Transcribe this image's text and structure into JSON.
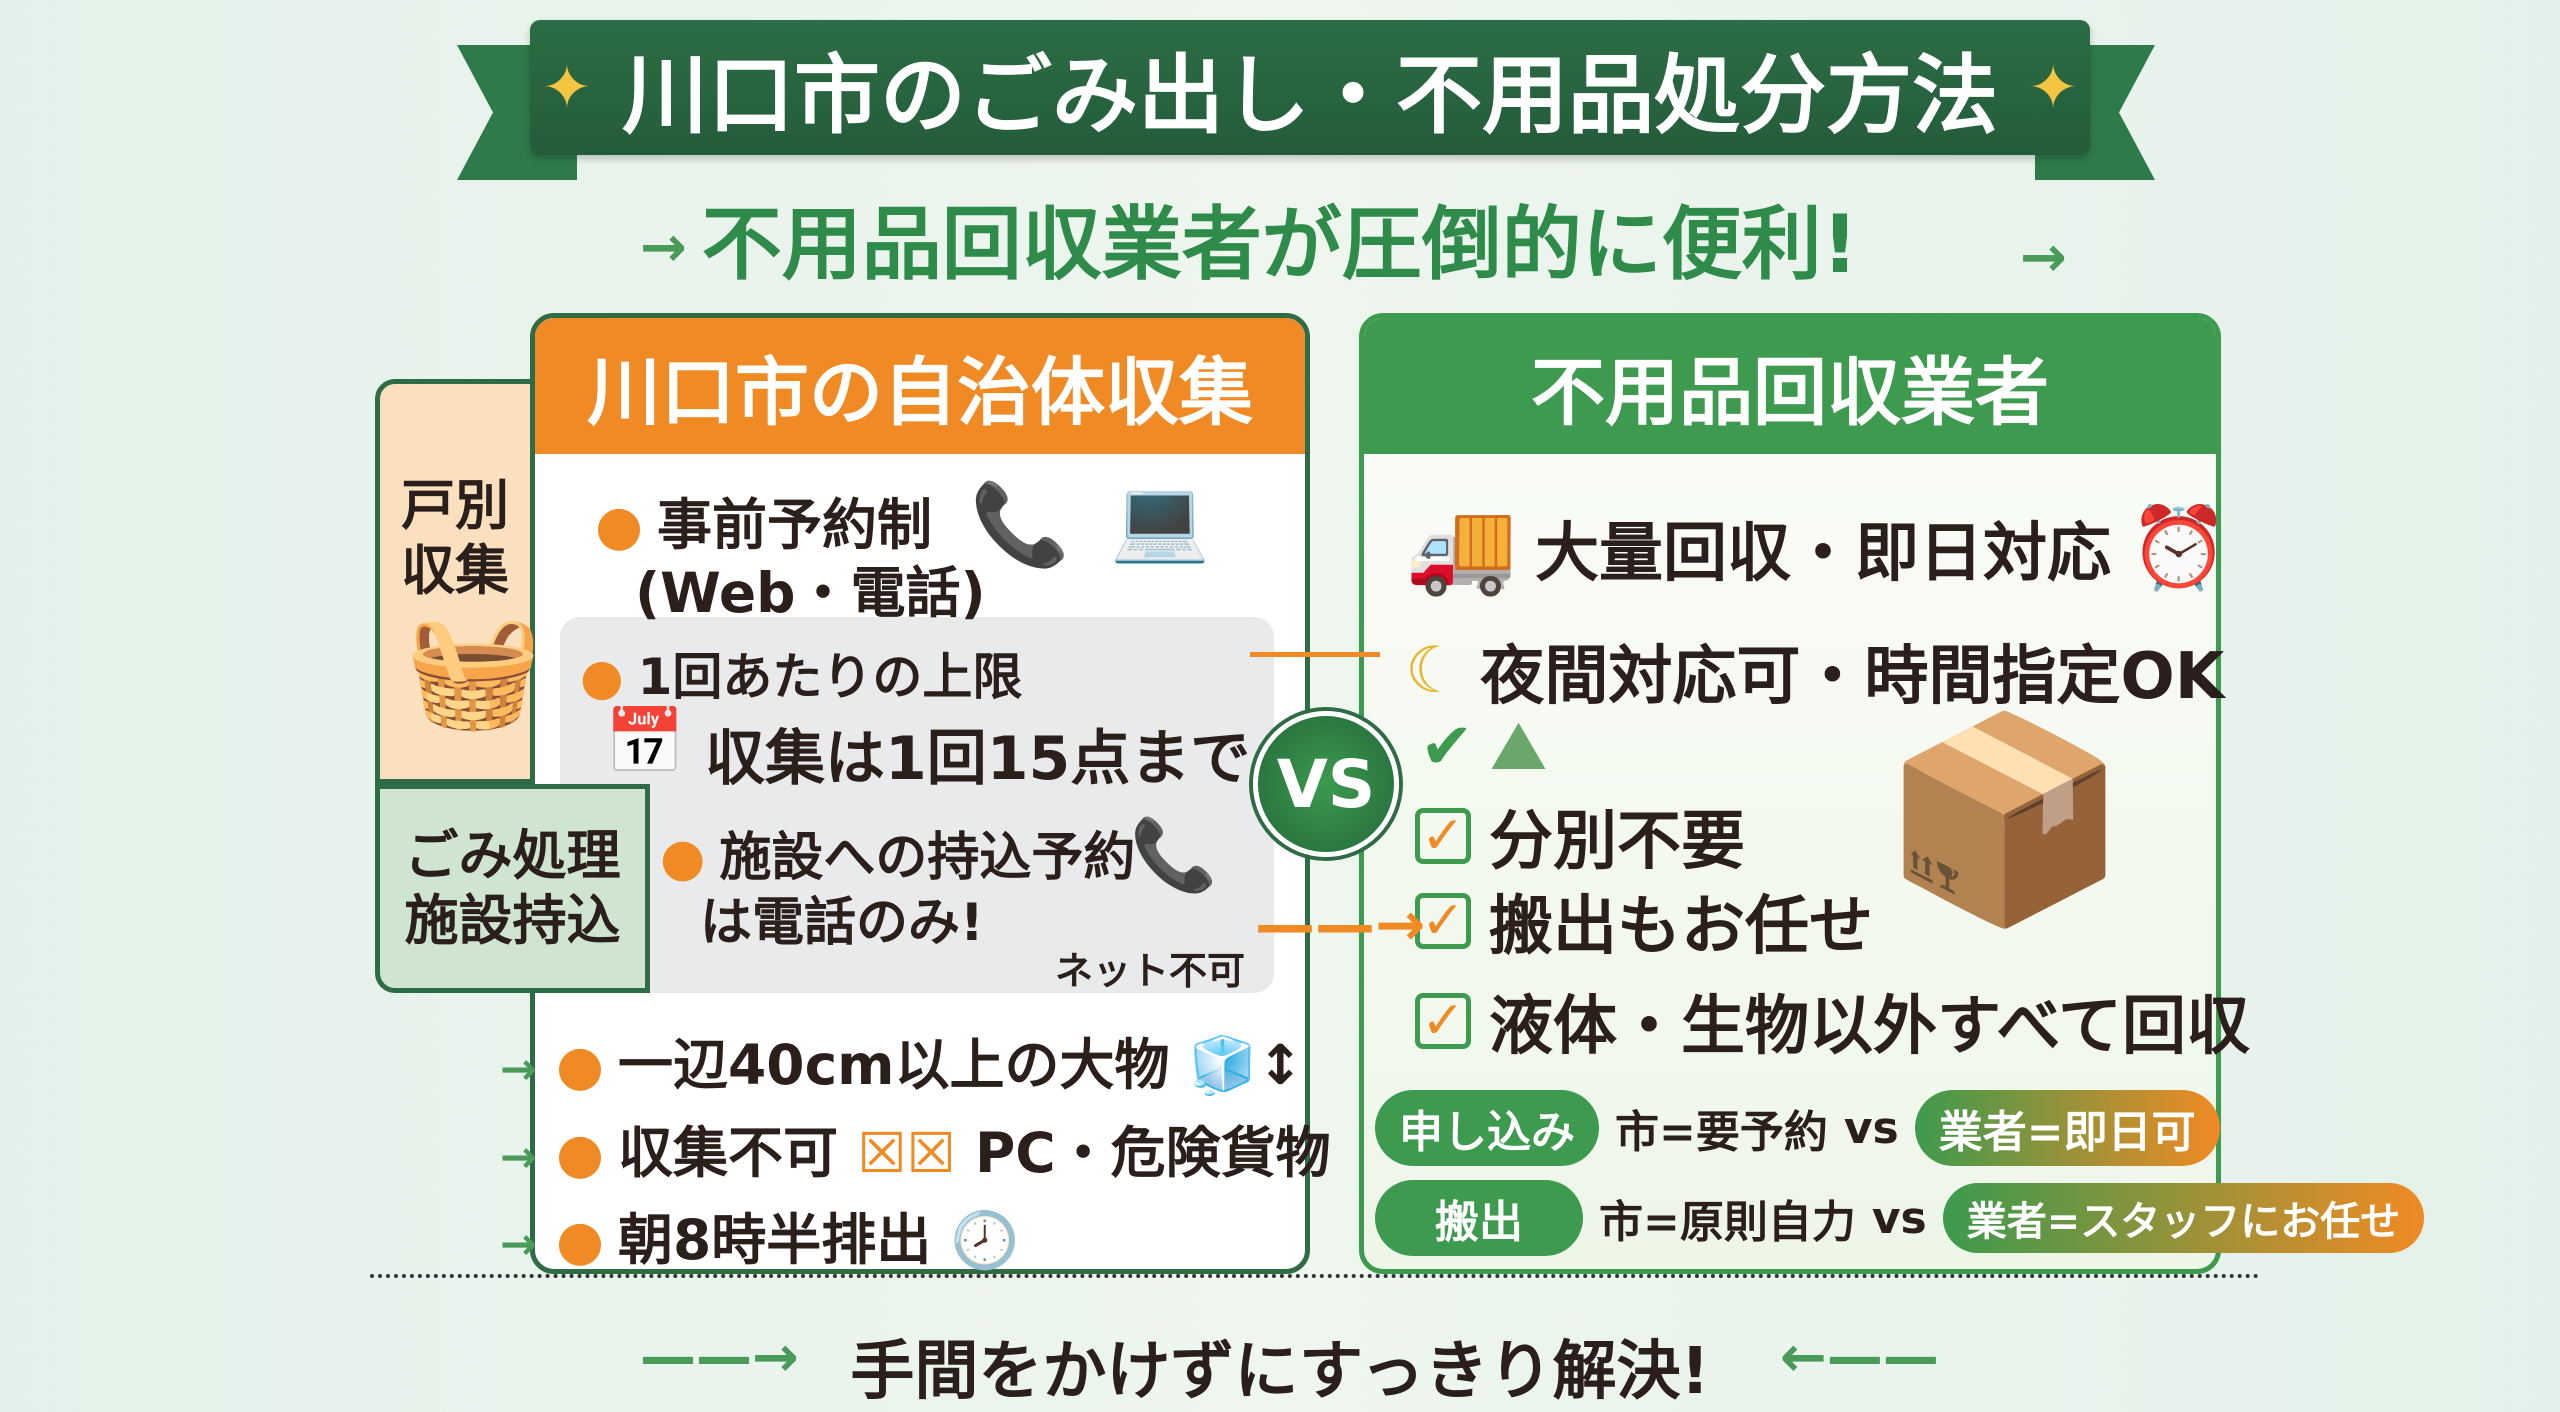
{
  "title": "川口市のごみ出し・不用品処分方法",
  "subtitle": "不用品回収業者が圧倒的に便利!",
  "left": {
    "header": "川口市の自治体収集",
    "tab_kobetsu": "戸別収集",
    "tab_shisetsu": "ごみ処理施設持込",
    "items": {
      "reservation": "事前予約制",
      "reservation_sub": "(Web・電話)",
      "limit": "1回あたりの上限",
      "limit_detail": "収集は1回15点まで",
      "facility": "施設への持込予約",
      "facility2": "は電話のみ!",
      "no_net": "ネット不可",
      "large": "一辺40cm以上の大物",
      "not_collected": "収集不可",
      "not_collected_items": "PC・危険貨物",
      "time": "朝8時半排出"
    }
  },
  "vs": "VS",
  "right": {
    "header": "不用品回収業者",
    "items": [
      "大量回収・即日対応",
      "夜間対応可・時間指定OK",
      "分別不要",
      "搬出もお任せ",
      "液体・生物以外すべて回収"
    ]
  },
  "comparison": [
    {
      "label": "申し込み",
      "city": "市=要予約",
      "vs": "vs",
      "vendor": "業者=即日可"
    },
    {
      "label": "搬出",
      "city": "市=原則自力",
      "vs": "vs",
      "vendor": "業者=スタッフにお任せ"
    }
  ],
  "footer": "手間をかけずにすっきり解決!",
  "colors": {
    "dark_green": "#2c6d45",
    "green": "#3d9a4e",
    "orange": "#f08a24",
    "peach": "#fbe0c0"
  }
}
